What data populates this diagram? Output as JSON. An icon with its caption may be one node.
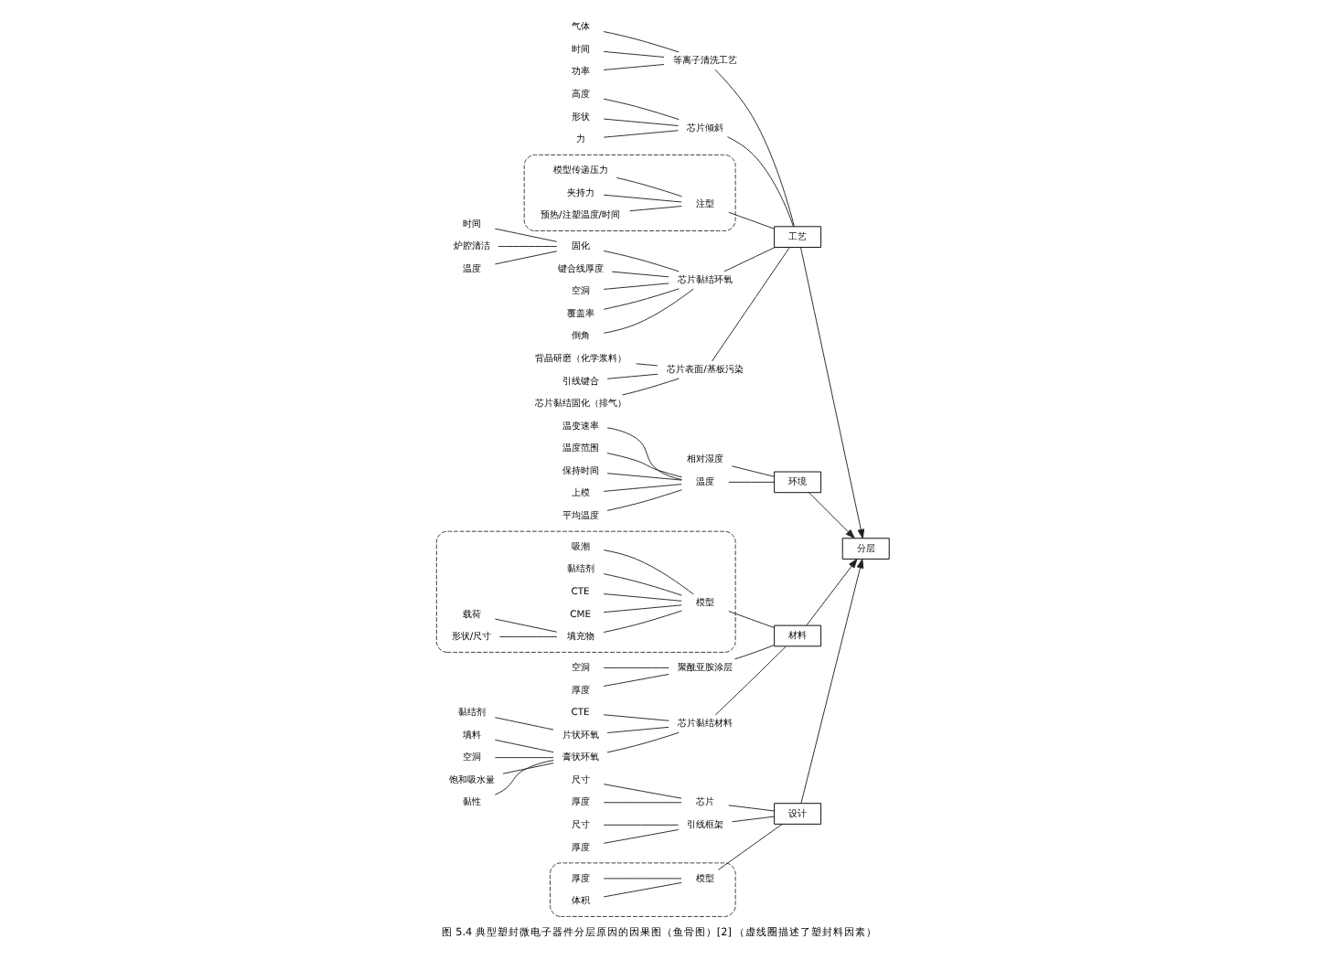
{
  "diagram": {
    "caption": "图 5.4 典型塑封微电子器件分层原因的因果图（鱼骨图）[2] （虚线圈描述了塑封料因素）",
    "nodes": [
      {
        "text": [
          "设计"
        ]
      },
      {
        "text": [
          "工艺"
        ]
      },
      {
        "text": [
          "分层"
        ]
      },
      {
        "text": [
          "环境"
        ]
      },
      {
        "text": [
          "材料"
        ]
      },
      {
        "text": [
          "尺寸"
        ]
      },
      {
        "text": [
          "厚度"
        ]
      },
      {
        "text": [
          "芯片"
        ]
      },
      {
        "text": [
          "尺寸"
        ]
      },
      {
        "text": [
          "厚度"
        ]
      },
      {
        "text": [
          "引线框架"
        ]
      },
      {
        "text": [],
        "shape": "ellipse"
      },
      {
        "text": [
          "厚度"
        ],
        "in": 11
      },
      {
        "text": [
          "体积"
        ],
        "in": 11
      },
      {
        "text": [
          "模型"
        ],
        "in": 11
      },
      {
        "text": [
          "气体"
        ]
      },
      {
        "text": [
          "时间"
        ]
      },
      {
        "text": [
          "功率"
        ]
      },
      {
        "text": [
          "等离子清洗工艺"
        ]
      },
      {
        "text": [
          "高度"
        ]
      },
      {
        "text": [
          "形状"
        ]
      },
      {
        "text": [
          "力"
        ]
      },
      {
        "text": [
          "芯片倾斜"
        ]
      },
      {
        "text": [],
        "shape": "ellipse"
      },
      {
        "text": [
          "模型传递压力"
        ],
        "in": 23
      },
      {
        "text": [
          "夹持力"
        ],
        "in": 23
      },
      {
        "text": [
          "注型"
        ],
        "in": 23
      },
      {
        "text": [
          "预热/注塑温度/时间"
        ],
        "in": 23
      },
      {
        "text": [
          "固化"
        ]
      },
      {
        "text": [
          "时间"
        ]
      },
      {
        "text": [
          "炉腔清洁"
        ]
      },
      {
        "text": [
          "温度"
        ]
      },
      {
        "text": [
          "键合线厚度"
        ]
      },
      {
        "text": [
          "空洞"
        ]
      },
      {
        "text": [
          "覆盖率"
        ]
      },
      {
        "text": [
          "倒角"
        ]
      },
      {
        "text": [
          "芯片黏结环氧"
        ]
      },
      {
        "text": [
          "背晶研磨（化学浆料）"
        ]
      },
      {
        "text": [
          "引线键合"
        ]
      },
      {
        "text": [
          "芯片黏结固化（排气）"
        ]
      },
      {
        "text": [
          "芯片表面/基板污染"
        ]
      },
      {
        "text": [
          "相对湿度"
        ]
      },
      {
        "text": [
          "温变速率"
        ]
      },
      {
        "text": [
          "温度范围"
        ]
      },
      {
        "text": [
          "保持时间"
        ]
      },
      {
        "text": [
          "温度"
        ]
      },
      {
        "text": [
          "上模"
        ]
      },
      {
        "text": [
          "平均温度"
        ]
      },
      {
        "text": [],
        "shape": "ellipse"
      },
      {
        "text": [
          "吸潮"
        ],
        "in": 48
      },
      {
        "text": [
          "黏结剂"
        ],
        "in": 48
      },
      {
        "text": [
          "CTE"
        ],
        "in": 48
      },
      {
        "text": [
          "CME"
        ],
        "in": 48
      },
      {
        "text": [
          "模型"
        ],
        "in": 48
      },
      {
        "text": [
          "载荷"
        ],
        "in": 48
      },
      {
        "text": [
          "形状/尺寸"
        ],
        "in": 48
      },
      {
        "text": [
          "填充物"
        ],
        "in": 48
      },
      {
        "text": [
          "空洞"
        ]
      },
      {
        "text": [
          "聚酰亚胺涂层"
        ]
      },
      {
        "text": [
          "厚度"
        ]
      },
      {
        "text": [
          "CTE"
        ]
      },
      {
        "text": [
          "片状环氧"
        ]
      },
      {
        "text": [
          "黏结剂"
        ]
      },
      {
        "text": [
          "芯片黏结材料"
        ]
      },
      {
        "text": [
          "填料"
        ]
      },
      {
        "text": [
          "空洞"
        ]
      },
      {
        "text": [
          "饱和吸水量"
        ]
      },
      {
        "text": [
          "黏性"
        ]
      },
      {
        "text": [
          "膏状环氧"
        ]
      }
    ],
    "edges": [
      {
        "from": 0,
        "to": 2,
        "arrow": "to"
      },
      {
        "from": 1,
        "to": 2,
        "arrow": "to"
      },
      {
        "from": 3,
        "to": 2,
        "arrow": "to"
      },
      {
        "from": 4,
        "to": 2,
        "arrow": "to"
      },
      {
        "from": 5,
        "to": 7,
        "arrow": "none"
      },
      {
        "from": 6,
        "to": 7,
        "arrow": "none"
      },
      {
        "from": 7,
        "to": 0,
        "arrow": "none"
      },
      {
        "from": 8,
        "to": 10,
        "arrow": "none"
      },
      {
        "from": 9,
        "to": 10,
        "arrow": "none"
      },
      {
        "from": 10,
        "to": 0,
        "arrow": "none"
      },
      {
        "from": 12,
        "to": 14,
        "arrow": "none"
      },
      {
        "from": 13,
        "to": 14,
        "arrow": "none"
      },
      {
        "from": 14,
        "to": 0,
        "arrow": "none"
      },
      {
        "from": 15,
        "to": 18,
        "arrow": "none"
      },
      {
        "from": 16,
        "to": 18,
        "arrow": "none"
      },
      {
        "from": 17,
        "to": 18,
        "arrow": "none"
      },
      {
        "from": 18,
        "to": 1,
        "arrow": "none"
      },
      {
        "from": 19,
        "to": 22,
        "arrow": "none"
      },
      {
        "from": 20,
        "to": 22,
        "arrow": "none"
      },
      {
        "from": 21,
        "to": 22,
        "arrow": "none"
      },
      {
        "from": 22,
        "to": 1,
        "arrow": "none"
      },
      {
        "from": 24,
        "to": 26,
        "arrow": "none"
      },
      {
        "from": 25,
        "to": 26,
        "arrow": "none"
      },
      {
        "from": 27,
        "to": 26,
        "arrow": "none"
      },
      {
        "from": 26,
        "to": 1,
        "arrow": "none"
      },
      {
        "from": 29,
        "to": 28,
        "arrow": "none"
      },
      {
        "from": 30,
        "to": 28,
        "arrow": "none"
      },
      {
        "from": 31,
        "to": 28,
        "arrow": "none"
      },
      {
        "from": 28,
        "to": 36,
        "arrow": "none"
      },
      {
        "from": 32,
        "to": 36,
        "arrow": "none"
      },
      {
        "from": 33,
        "to": 36,
        "arrow": "none"
      },
      {
        "from": 34,
        "to": 36,
        "arrow": "none"
      },
      {
        "from": 35,
        "to": 36,
        "arrow": "none"
      },
      {
        "from": 36,
        "to": 1,
        "arrow": "none"
      },
      {
        "from": 37,
        "to": 40,
        "arrow": "none"
      },
      {
        "from": 38,
        "to": 40,
        "arrow": "none"
      },
      {
        "from": 39,
        "to": 40,
        "arrow": "none"
      },
      {
        "from": 40,
        "to": 1,
        "arrow": "none"
      },
      {
        "from": 41,
        "to": 3,
        "arrow": "none"
      },
      {
        "from": 42,
        "to": 45,
        "arrow": "none"
      },
      {
        "from": 43,
        "to": 45,
        "arrow": "none"
      },
      {
        "from": 44,
        "to": 45,
        "arrow": "none"
      },
      {
        "from": 46,
        "to": 45,
        "arrow": "none"
      },
      {
        "from": 47,
        "to": 45,
        "arrow": "none"
      },
      {
        "from": 45,
        "to": 3,
        "arrow": "none"
      },
      {
        "from": 49,
        "to": 53,
        "arrow": "none"
      },
      {
        "from": 50,
        "to": 53,
        "arrow": "none"
      },
      {
        "from": 51,
        "to": 53,
        "arrow": "none"
      },
      {
        "from": 52,
        "to": 53,
        "arrow": "none"
      },
      {
        "from": 54,
        "to": 56,
        "arrow": "none"
      },
      {
        "from": 55,
        "to": 56,
        "arrow": "none"
      },
      {
        "from": 56,
        "to": 53,
        "arrow": "none"
      },
      {
        "from": 53,
        "to": 4,
        "arrow": "none"
      },
      {
        "from": 57,
        "to": 58,
        "arrow": "none"
      },
      {
        "from": 59,
        "to": 58,
        "arrow": "none"
      },
      {
        "from": 58,
        "to": 4,
        "arrow": "none"
      },
      {
        "from": 60,
        "to": 63,
        "arrow": "none"
      },
      {
        "from": 62,
        "to": 61,
        "arrow": "none"
      },
      {
        "from": 61,
        "to": 63,
        "arrow": "none"
      },
      {
        "from": 64,
        "to": 68,
        "arrow": "none"
      },
      {
        "from": 65,
        "to": 68,
        "arrow": "none"
      },
      {
        "from": 66,
        "to": 68,
        "arrow": "none"
      },
      {
        "from": 67,
        "to": 68,
        "arrow": "none"
      },
      {
        "from": 68,
        "to": 63,
        "arrow": "none"
      },
      {
        "from": 63,
        "to": 4,
        "arrow": "none"
      }
    ]
  }
}
